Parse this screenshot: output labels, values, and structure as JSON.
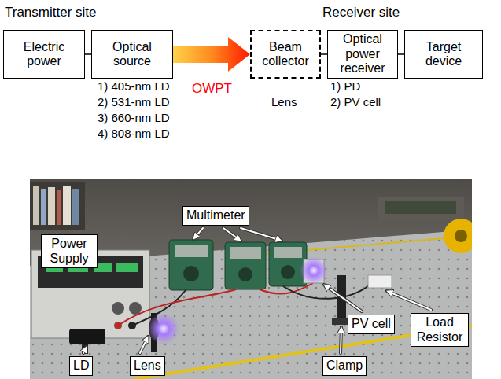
{
  "diagram": {
    "nodes": [
      {
        "text": [
          "Electric power"
        ]
      },
      {
        "text": [
          "Optical source"
        ]
      },
      {
        "text": [
          "Beam collector"
        ]
      },
      {
        "text": [
          "Optical power receiver"
        ]
      },
      {
        "text": [
          "Target device"
        ]
      },
      {
        "text": [
          "Multimeter"
        ]
      },
      {
        "text": [
          "Power Supply"
        ]
      },
      {
        "text": [
          "PV cell"
        ]
      },
      {
        "text": [
          "Load Resistor"
        ]
      },
      {
        "text": [
          "LD"
        ]
      },
      {
        "text": [
          "Lens"
        ]
      },
      {
        "text": [
          "Clamp"
        ]
      }
    ],
    "edges": [
      {
        "from": 0,
        "to": 1,
        "arrow": "none"
      },
      {
        "from": 1,
        "to": 2,
        "arrow": "to",
        "label": "OWPT"
      },
      {
        "from": 2,
        "to": 3,
        "arrow": "none"
      },
      {
        "from": 3,
        "to": 4,
        "arrow": "none"
      }
    ],
    "labels": [
      "Transmitter site",
      "Receiver site",
      "1) 405-nm LD",
      "2) 531-nm LD",
      "3) 660-nm LD",
      "4) 808-nm LD",
      "Lens",
      "1) PD",
      "2) PV cell"
    ]
  }
}
